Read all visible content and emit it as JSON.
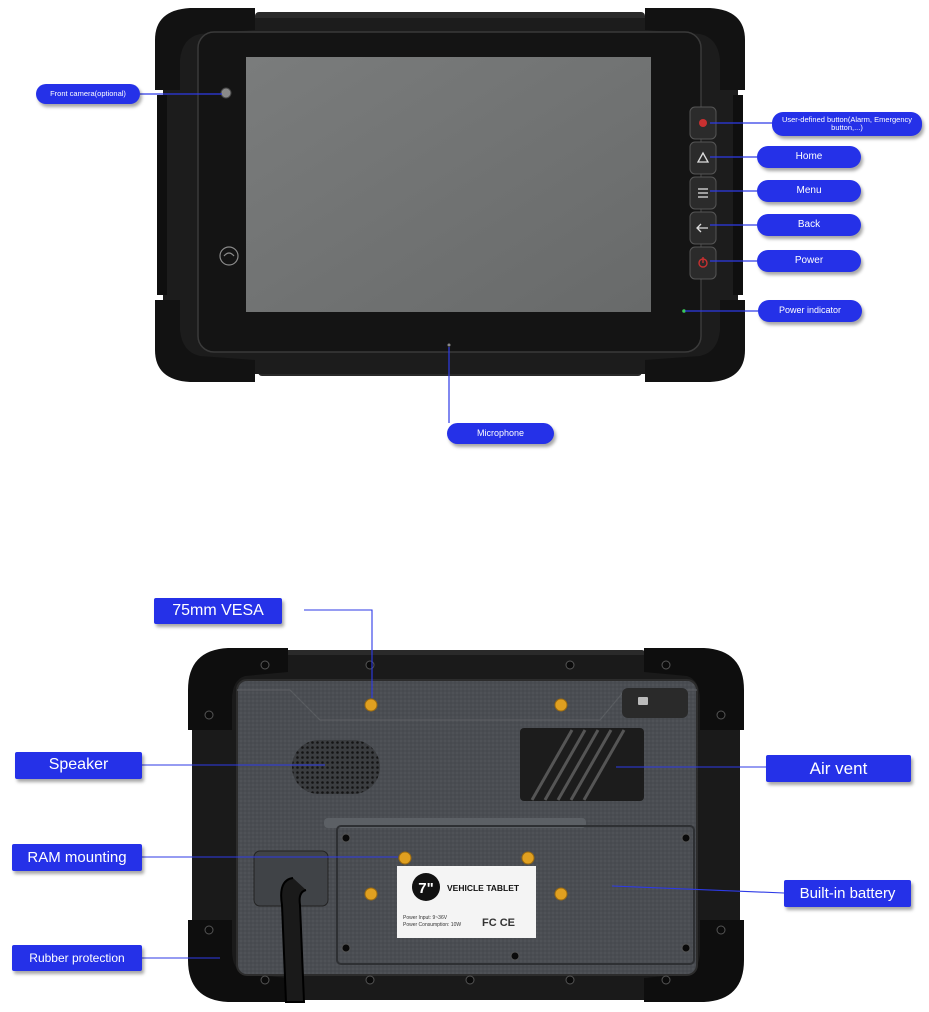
{
  "front_view": {
    "labels": {
      "front_camera": "Front camera(optional)",
      "user_defined": "User-defined button(Alarm, Emergency button,...)",
      "home": "Home",
      "menu": "Menu",
      "back": "Back",
      "power": "Power",
      "power_indicator": "Power indicator",
      "microphone": "Microphone"
    },
    "icons": [
      "nfc-icon",
      "alarm-button-icon",
      "home-icon",
      "menu-icon",
      "back-icon",
      "power-icon"
    ]
  },
  "back_view": {
    "labels": {
      "vesa": "75mm VESA",
      "speaker": "Speaker",
      "ram_mounting": "RAM mounting",
      "rubber_protection": "Rubber protection",
      "air_vent": "Air vent",
      "built_in_battery": "Built-in battery"
    },
    "sticker": {
      "size": "7\"",
      "title": "VEHICLE TABLET",
      "line1": "Power Input: 9~36V",
      "line2": "Power Consumption: 10W",
      "certifications": "FC CE"
    }
  },
  "colors": {
    "callout": "#2531e8",
    "leader_line": "#2d3ae6",
    "body": "#1b1b1b",
    "screen": "#707272",
    "screw": "#e0a020"
  }
}
